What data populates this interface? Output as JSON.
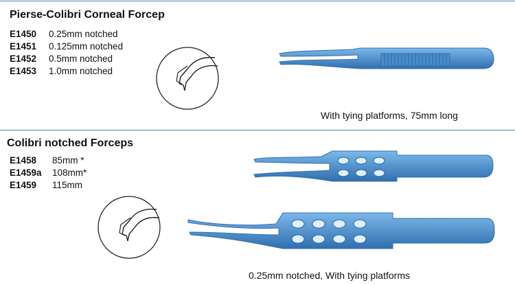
{
  "section1": {
    "title": "Pierse-Colibri Corneal Forcep",
    "items": [
      {
        "code": "E1450",
        "desc": "0.25mm notched"
      },
      {
        "code": "E1451",
        "desc": "0.125mm notched"
      },
      {
        "code": "E1452",
        "desc": "0.5mm notched"
      },
      {
        "code": "E1453",
        "desc": "1.0mm notched"
      }
    ],
    "caption": "With tying platforms, 75mm long"
  },
  "section2": {
    "title": "Colibri notched Forceps",
    "items": [
      {
        "code": "E1458",
        "desc": "85mm *"
      },
      {
        "code": "E1459a",
        "desc": "108mm*"
      },
      {
        "code": "E1459",
        "desc": "115mm"
      }
    ],
    "caption": "0.25mm notched, With tying platforms"
  },
  "colors": {
    "rule": "#4a86b8",
    "instrument": "#4f97d8",
    "instrument_dark": "#2f6fae"
  }
}
